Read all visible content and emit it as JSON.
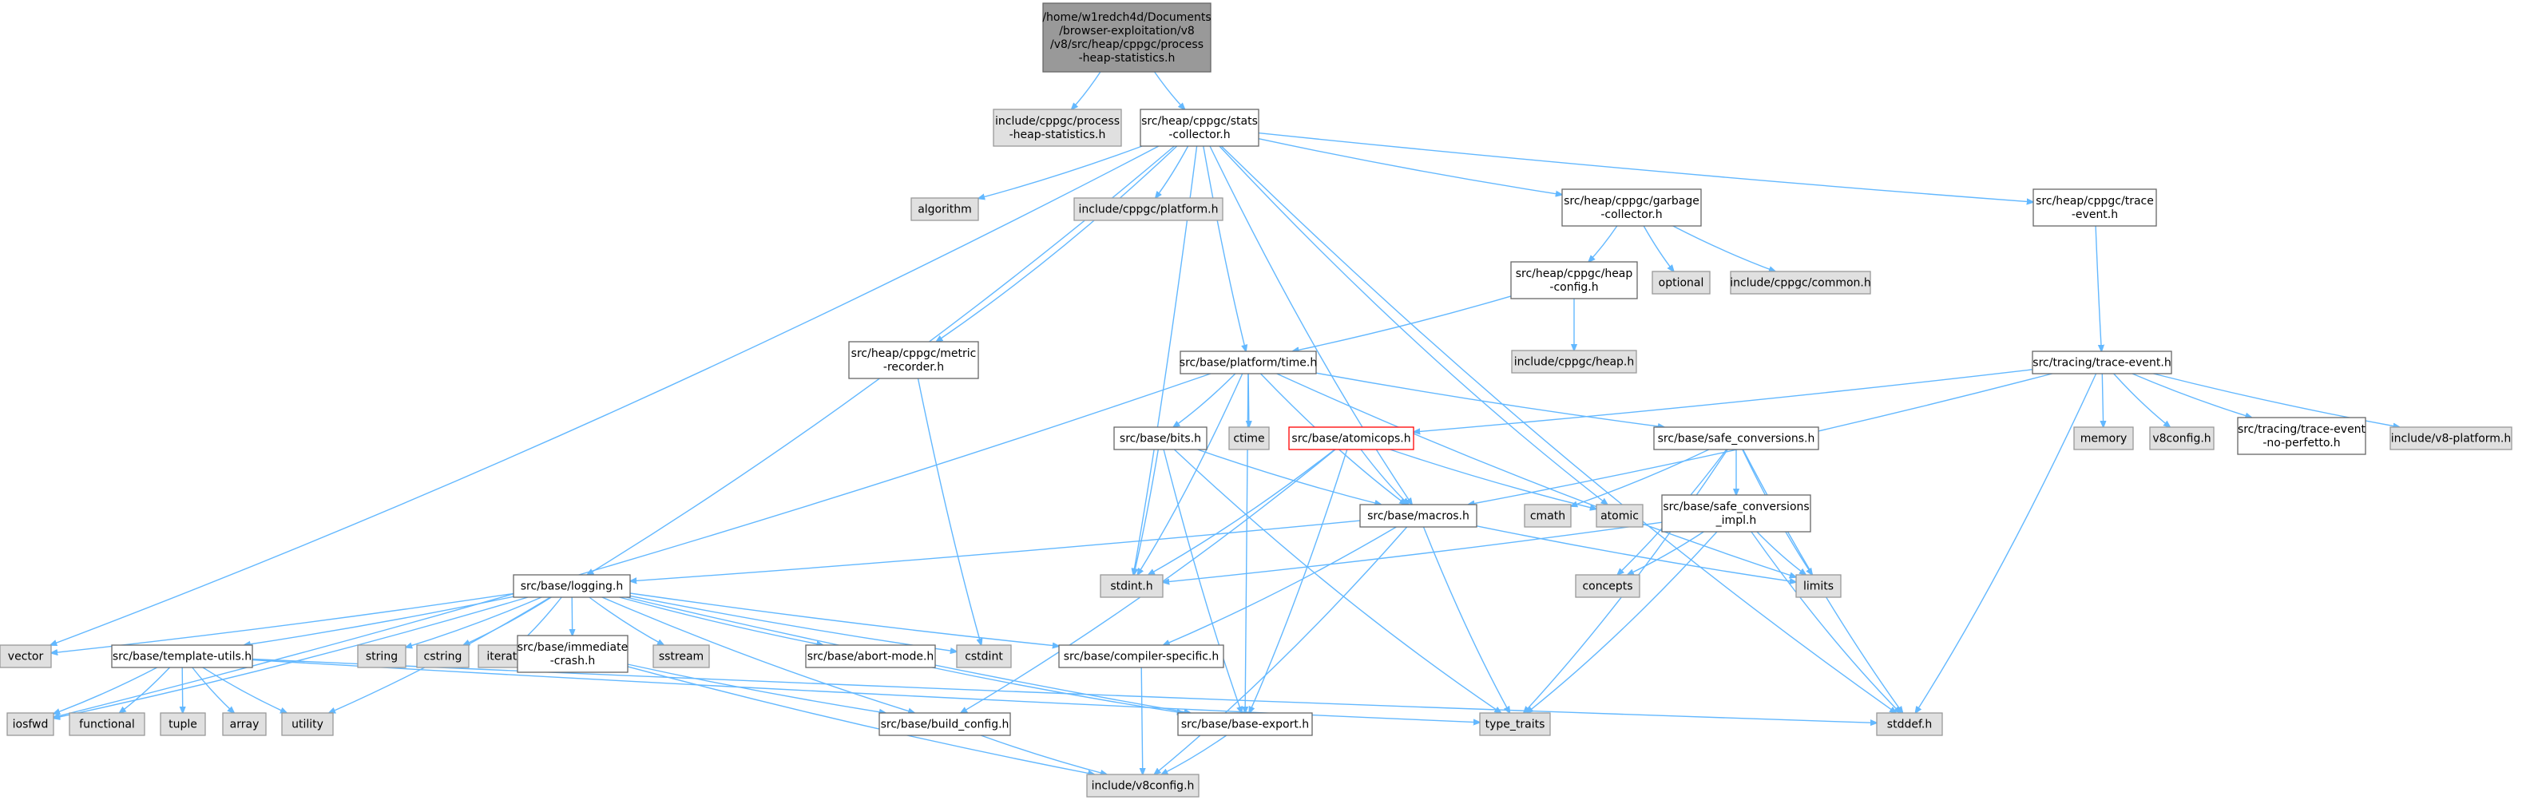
{
  "colors": {
    "edge": "#63b8ff",
    "root_fill": "#999999",
    "external_fill": "#e0e0e0",
    "document_fill": "#ffffff",
    "highlight_border": "#ff0000"
  },
  "graph": {
    "kind": "include dependency graph",
    "nodes": [
      {
        "id": "root",
        "lines": [
          "/home/w1redch4d/Documents",
          "/browser-exploitation/v8",
          "/v8/src/heap/cppgc/process",
          "-heap-statistics.h"
        ],
        "style": "root"
      },
      {
        "id": "inc_phs",
        "lines": [
          "include/cppgc/process",
          "-heap-statistics.h"
        ],
        "style": "external"
      },
      {
        "id": "stats",
        "lines": [
          "src/heap/cppgc/stats",
          "-collector.h"
        ],
        "style": "doc"
      },
      {
        "id": "algorithm",
        "lines": [
          "algorithm"
        ],
        "style": "external"
      },
      {
        "id": "inc_platform",
        "lines": [
          "include/cppgc/platform.h"
        ],
        "style": "external"
      },
      {
        "id": "gc",
        "lines": [
          "src/heap/cppgc/garbage",
          "-collector.h"
        ],
        "style": "doc"
      },
      {
        "id": "trace_event_h",
        "lines": [
          "src/heap/cppgc/trace",
          "-event.h"
        ],
        "style": "doc"
      },
      {
        "id": "heap_config",
        "lines": [
          "src/heap/cppgc/heap",
          "-config.h"
        ],
        "style": "doc"
      },
      {
        "id": "optional",
        "lines": [
          "optional"
        ],
        "style": "external"
      },
      {
        "id": "inc_common",
        "lines": [
          "include/cppgc/common.h"
        ],
        "style": "external"
      },
      {
        "id": "inc_heap",
        "lines": [
          "include/cppgc/heap.h"
        ],
        "style": "external"
      },
      {
        "id": "metric",
        "lines": [
          "src/heap/cppgc/metric",
          "-recorder.h"
        ],
        "style": "doc"
      },
      {
        "id": "time",
        "lines": [
          "src/base/platform/time.h"
        ],
        "style": "doc"
      },
      {
        "id": "tracing",
        "lines": [
          "src/tracing/trace-event.h"
        ],
        "style": "doc"
      },
      {
        "id": "bits",
        "lines": [
          "src/base/bits.h"
        ],
        "style": "doc"
      },
      {
        "id": "ctime",
        "lines": [
          "ctime"
        ],
        "style": "external"
      },
      {
        "id": "atomicops",
        "lines": [
          "src/base/atomicops.h"
        ],
        "style": "highlight"
      },
      {
        "id": "safe_conv",
        "lines": [
          "src/base/safe_conversions.h"
        ],
        "style": "doc"
      },
      {
        "id": "memory",
        "lines": [
          "memory"
        ],
        "style": "external"
      },
      {
        "id": "v8config_h",
        "lines": [
          "v8config.h"
        ],
        "style": "external"
      },
      {
        "id": "nopf",
        "lines": [
          "src/tracing/trace-event",
          "-no-perfetto.h"
        ],
        "style": "doc"
      },
      {
        "id": "v8platform",
        "lines": [
          "include/v8-platform.h"
        ],
        "style": "external"
      },
      {
        "id": "macros",
        "lines": [
          "src/base/macros.h"
        ],
        "style": "doc"
      },
      {
        "id": "cmath",
        "lines": [
          "cmath"
        ],
        "style": "external"
      },
      {
        "id": "atomic",
        "lines": [
          "atomic"
        ],
        "style": "external"
      },
      {
        "id": "safe_impl",
        "lines": [
          "src/base/safe_conversions",
          "_impl.h"
        ],
        "style": "doc"
      },
      {
        "id": "concepts",
        "lines": [
          "concepts"
        ],
        "style": "external"
      },
      {
        "id": "limits",
        "lines": [
          "limits"
        ],
        "style": "external"
      },
      {
        "id": "logging",
        "lines": [
          "src/base/logging.h"
        ],
        "style": "doc"
      },
      {
        "id": "stdint",
        "lines": [
          "stdint.h"
        ],
        "style": "external"
      },
      {
        "id": "vector",
        "lines": [
          "vector"
        ],
        "style": "external"
      },
      {
        "id": "tutils",
        "lines": [
          "src/base/template-utils.h"
        ],
        "style": "doc"
      },
      {
        "id": "string",
        "lines": [
          "string"
        ],
        "style": "external"
      },
      {
        "id": "cstring",
        "lines": [
          "cstring"
        ],
        "style": "external"
      },
      {
        "id": "iterator",
        "lines": [
          "iterator"
        ],
        "style": "external"
      },
      {
        "id": "imm_crash",
        "lines": [
          "src/base/immediate",
          "-crash.h"
        ],
        "style": "doc"
      },
      {
        "id": "sstream",
        "lines": [
          "sstream"
        ],
        "style": "external"
      },
      {
        "id": "abort",
        "lines": [
          "src/base/abort-mode.h"
        ],
        "style": "doc"
      },
      {
        "id": "cstdint",
        "lines": [
          "cstdint"
        ],
        "style": "external"
      },
      {
        "id": "compiler",
        "lines": [
          "src/base/compiler-specific.h"
        ],
        "style": "doc"
      },
      {
        "id": "iosfwd",
        "lines": [
          "iosfwd"
        ],
        "style": "external"
      },
      {
        "id": "functional",
        "lines": [
          "functional"
        ],
        "style": "external"
      },
      {
        "id": "tuple",
        "lines": [
          "tuple"
        ],
        "style": "external"
      },
      {
        "id": "array",
        "lines": [
          "array"
        ],
        "style": "external"
      },
      {
        "id": "utility",
        "lines": [
          "utility"
        ],
        "style": "external"
      },
      {
        "id": "build_config",
        "lines": [
          "src/base/build_config.h"
        ],
        "style": "doc"
      },
      {
        "id": "base_export",
        "lines": [
          "src/base/base-export.h"
        ],
        "style": "doc"
      },
      {
        "id": "type_traits",
        "lines": [
          "type_traits"
        ],
        "style": "external"
      },
      {
        "id": "stddef",
        "lines": [
          "stddef.h"
        ],
        "style": "external"
      },
      {
        "id": "inc_v8config",
        "lines": [
          "include/v8config.h"
        ],
        "style": "external"
      }
    ],
    "edges": [
      [
        "root",
        "inc_phs"
      ],
      [
        "root",
        "stats"
      ],
      [
        "stats",
        "algorithm"
      ],
      [
        "stats",
        "inc_platform"
      ],
      [
        "stats",
        "gc"
      ],
      [
        "stats",
        "trace_event_h"
      ],
      [
        "stats",
        "metric"
      ],
      [
        "stats",
        "time"
      ],
      [
        "stats",
        "macros"
      ],
      [
        "stats",
        "stdint"
      ],
      [
        "stats",
        "stddef"
      ],
      [
        "stats",
        "vector"
      ],
      [
        "stats",
        "logging"
      ],
      [
        "stats",
        "atomic"
      ],
      [
        "gc",
        "heap_config"
      ],
      [
        "gc",
        "optional"
      ],
      [
        "gc",
        "inc_common"
      ],
      [
        "heap_config",
        "time"
      ],
      [
        "heap_config",
        "inc_heap"
      ],
      [
        "trace_event_h",
        "tracing"
      ],
      [
        "metric",
        "cstdint"
      ],
      [
        "time",
        "bits"
      ],
      [
        "time",
        "ctime"
      ],
      [
        "time",
        "safe_conv"
      ],
      [
        "time",
        "macros"
      ],
      [
        "time",
        "stdint"
      ],
      [
        "time",
        "limits"
      ],
      [
        "time",
        "base_export"
      ],
      [
        "time",
        "iosfwd"
      ],
      [
        "tracing",
        "atomicops"
      ],
      [
        "tracing",
        "macros"
      ],
      [
        "tracing",
        "memory"
      ],
      [
        "tracing",
        "v8config_h"
      ],
      [
        "tracing",
        "nopf"
      ],
      [
        "tracing",
        "v8platform"
      ],
      [
        "tracing",
        "stddef"
      ],
      [
        "bits",
        "macros"
      ],
      [
        "bits",
        "stdint"
      ],
      [
        "bits",
        "type_traits"
      ],
      [
        "bits",
        "base_export"
      ],
      [
        "atomicops",
        "macros"
      ],
      [
        "atomicops",
        "atomic"
      ],
      [
        "atomicops",
        "stdint"
      ],
      [
        "atomicops",
        "base_export"
      ],
      [
        "atomicops",
        "build_config"
      ],
      [
        "safe_conv",
        "cmath"
      ],
      [
        "safe_conv",
        "safe_impl"
      ],
      [
        "safe_conv",
        "limits"
      ],
      [
        "safe_conv",
        "type_traits"
      ],
      [
        "safe_conv",
        "concepts"
      ],
      [
        "safe_conv",
        "stddef"
      ],
      [
        "macros",
        "logging"
      ],
      [
        "macros",
        "compiler"
      ],
      [
        "macros",
        "limits"
      ],
      [
        "macros",
        "type_traits"
      ],
      [
        "macros",
        "inc_v8config"
      ],
      [
        "safe_impl",
        "concepts"
      ],
      [
        "safe_impl",
        "limits"
      ],
      [
        "safe_impl",
        "stdint"
      ],
      [
        "safe_impl",
        "type_traits"
      ],
      [
        "safe_impl",
        "stddef"
      ],
      [
        "logging",
        "vector"
      ],
      [
        "logging",
        "tutils"
      ],
      [
        "logging",
        "string"
      ],
      [
        "logging",
        "cstring"
      ],
      [
        "logging",
        "iterator"
      ],
      [
        "logging",
        "imm_crash"
      ],
      [
        "logging",
        "sstream"
      ],
      [
        "logging",
        "abort"
      ],
      [
        "logging",
        "cstdint"
      ],
      [
        "logging",
        "compiler"
      ],
      [
        "logging",
        "iosfwd"
      ],
      [
        "logging",
        "utility"
      ],
      [
        "logging",
        "build_config"
      ],
      [
        "logging",
        "base_export"
      ],
      [
        "tutils",
        "iosfwd"
      ],
      [
        "tutils",
        "functional"
      ],
      [
        "tutils",
        "tuple"
      ],
      [
        "tutils",
        "array"
      ],
      [
        "tutils",
        "utility"
      ],
      [
        "tutils",
        "type_traits"
      ],
      [
        "tutils",
        "stddef"
      ],
      [
        "imm_crash",
        "build_config"
      ],
      [
        "imm_crash",
        "inc_v8config"
      ],
      [
        "abort",
        "base_export"
      ],
      [
        "compiler",
        "inc_v8config"
      ],
      [
        "build_config",
        "inc_v8config"
      ],
      [
        "base_export",
        "inc_v8config"
      ]
    ]
  }
}
